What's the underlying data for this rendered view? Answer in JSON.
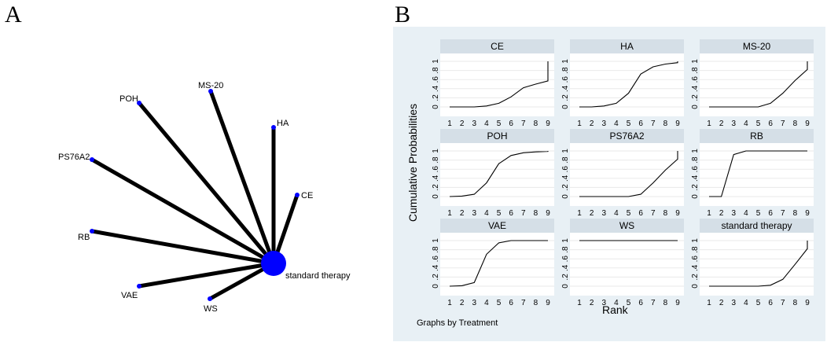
{
  "panels": {
    "a_label": "A",
    "b_label": "B"
  },
  "chart_data": [
    {
      "type": "network",
      "hub": "standard therapy",
      "nodes": [
        "standard therapy",
        "MS-20",
        "POH",
        "HA",
        "PS76A2",
        "CE",
        "RB",
        "VAE",
        "WS"
      ],
      "edges": [
        [
          "standard therapy",
          "POH"
        ],
        [
          "standard therapy",
          "MS-20"
        ],
        [
          "standard therapy",
          "HA"
        ],
        [
          "standard therapy",
          "PS76A2"
        ],
        [
          "standard therapy",
          "CE"
        ],
        [
          "standard therapy",
          "RB"
        ],
        [
          "standard therapy",
          "VAE"
        ],
        [
          "standard therapy",
          "WS"
        ]
      ]
    },
    {
      "type": "line",
      "facets": true,
      "xlabel": "Rank",
      "ylabel": "Cumulative Probabilities",
      "note": "Graphs by Treatment",
      "x": [
        1,
        2,
        3,
        4,
        5,
        6,
        7,
        8,
        9
      ],
      "xlim": [
        1,
        9
      ],
      "ylim": [
        0,
        1
      ],
      "ytick_labels": [
        "0",
        ".2",
        ".4",
        ".6",
        ".8",
        "1"
      ],
      "series": [
        {
          "name": "CE",
          "values": [
            0,
            0,
            0,
            0.02,
            0.08,
            0.22,
            0.42,
            0.5,
            0.57,
            1.0
          ]
        },
        {
          "name": "HA",
          "values": [
            0,
            0,
            0.02,
            0.08,
            0.3,
            0.72,
            0.88,
            0.94,
            0.97,
            1.0
          ]
        },
        {
          "name": "MS-20",
          "values": [
            0,
            0,
            0,
            0,
            0,
            0.08,
            0.3,
            0.58,
            0.82,
            1.0
          ]
        },
        {
          "name": "POH",
          "values": [
            0,
            0.01,
            0.05,
            0.3,
            0.72,
            0.9,
            0.96,
            0.98,
            0.99,
            1.0
          ]
        },
        {
          "name": "PS76A2",
          "values": [
            0,
            0,
            0,
            0,
            0,
            0.05,
            0.3,
            0.58,
            0.82,
            1.0
          ]
        },
        {
          "name": "RB",
          "values": [
            0,
            0,
            0.92,
            1,
            1,
            1,
            1,
            1,
            1,
            1.0
          ]
        },
        {
          "name": "VAE",
          "values": [
            0,
            0.01,
            0.08,
            0.7,
            0.95,
            1,
            1,
            1,
            1,
            1.0
          ]
        },
        {
          "name": "WS",
          "values": [
            1,
            1,
            1,
            1,
            1,
            1,
            1,
            1,
            1,
            1.0
          ]
        },
        {
          "name": "standard therapy",
          "values": [
            0,
            0,
            0,
            0,
            0,
            0.02,
            0.15,
            0.48,
            0.82,
            1.0
          ]
        }
      ]
    }
  ]
}
